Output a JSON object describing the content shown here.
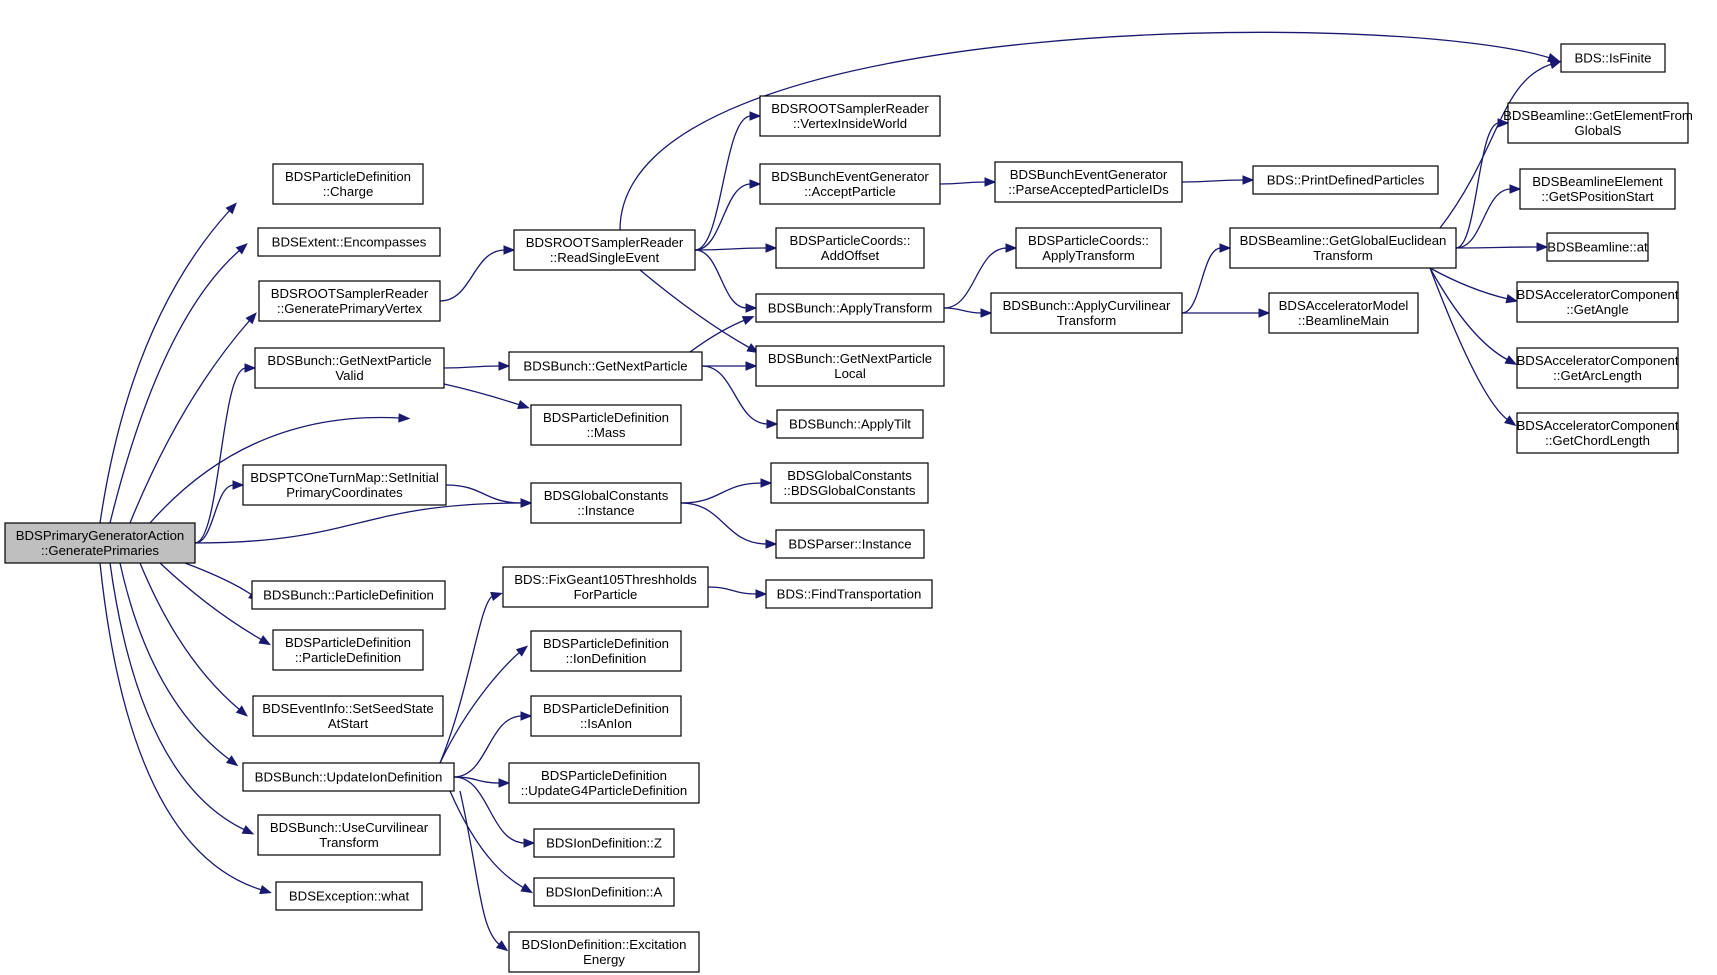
{
  "colors": {
    "edge": "#191970",
    "root_fill": "#bfbfbf",
    "node_fill": "#ffffff",
    "border": "#000000"
  },
  "nodes": {
    "n0": {
      "lines": [
        "BDSPrimaryGeneratorAction",
        "::GeneratePrimaries"
      ],
      "root": true
    },
    "n1": {
      "lines": [
        "BDSParticleDefinition",
        "::Charge"
      ]
    },
    "n2": {
      "lines": [
        "BDSExtent::Encompasses"
      ]
    },
    "n3": {
      "lines": [
        "BDSROOTSamplerReader",
        "::GeneratePrimaryVertex"
      ]
    },
    "n4": {
      "lines": [
        "BDSBunch::GetNextParticle",
        "Valid"
      ]
    },
    "n5": {
      "lines": [
        "BDSParticleDefinition",
        "::Mass"
      ]
    },
    "n6": {
      "lines": [
        "BDSPTCOneTurnMap::SetInitial",
        "PrimaryCoordinates"
      ]
    },
    "n7": {
      "lines": [
        "BDSGlobalConstants",
        "::Instance"
      ]
    },
    "n8": {
      "lines": [
        "BDSBunch::ParticleDefinition"
      ]
    },
    "n9": {
      "lines": [
        "BDSParticleDefinition",
        "::ParticleDefinition"
      ]
    },
    "n10": {
      "lines": [
        "BDSEventInfo::SetSeedState",
        "AtStart"
      ]
    },
    "n11": {
      "lines": [
        "BDSBunch::UpdateIonDefinition"
      ]
    },
    "n12": {
      "lines": [
        "BDSBunch::UseCurvilinear",
        "Transform"
      ]
    },
    "n13": {
      "lines": [
        "BDSException::what"
      ]
    },
    "n14": {
      "lines": [
        "BDSROOTSamplerReader",
        "::ReadSingleEvent"
      ]
    },
    "n15": {
      "lines": [
        "BDSBunch::GetNextParticle"
      ]
    },
    "n16": {
      "lines": [
        "BDS::IsFinite"
      ]
    },
    "n17": {
      "lines": [
        "BDSROOTSamplerReader",
        "::VertexInsideWorld"
      ]
    },
    "n18": {
      "lines": [
        "BDSBunchEventGenerator",
        "::AcceptParticle"
      ]
    },
    "n19": {
      "lines": [
        "BDSParticleCoords::",
        "AddOffset"
      ]
    },
    "n20": {
      "lines": [
        "BDSBunch::ApplyTransform"
      ]
    },
    "n21": {
      "lines": [
        "BDSBunch::GetNextParticle",
        "Local"
      ]
    },
    "n22": {
      "lines": [
        "BDSBunch::ApplyTilt"
      ]
    },
    "n23": {
      "lines": [
        "BDSGlobalConstants",
        "::BDSGlobalConstants"
      ]
    },
    "n24": {
      "lines": [
        "BDSParser::Instance"
      ]
    },
    "n25": {
      "lines": [
        "BDS::FixGeant105Threshholds",
        "ForParticle"
      ]
    },
    "n26": {
      "lines": [
        "BDSParticleDefinition",
        "::IonDefinition"
      ]
    },
    "n27": {
      "lines": [
        "BDSParticleDefinition",
        "::IsAnIon"
      ]
    },
    "n28": {
      "lines": [
        "BDSParticleDefinition",
        "::UpdateG4ParticleDefinition"
      ]
    },
    "n29": {
      "lines": [
        "BDSIonDefinition::Z"
      ]
    },
    "n30": {
      "lines": [
        "BDSIonDefinition::A"
      ]
    },
    "n31": {
      "lines": [
        "BDSIonDefinition::Excitation",
        "Energy"
      ]
    },
    "n32": {
      "lines": [
        "BDSBunchEventGenerator",
        "::ParseAcceptedParticleIDs"
      ]
    },
    "n33": {
      "lines": [
        "BDSParticleCoords::",
        "ApplyTransform"
      ]
    },
    "n34": {
      "lines": [
        "BDSBunch::ApplyCurvilinear",
        "Transform"
      ]
    },
    "n35": {
      "lines": [
        "BDS::FindTransportation"
      ]
    },
    "n36": {
      "lines": [
        "BDS::PrintDefinedParticles"
      ]
    },
    "n37": {
      "lines": [
        "BDSBeamline::GetGlobalEuclidean",
        "Transform"
      ]
    },
    "n38": {
      "lines": [
        "BDSAcceleratorModel",
        "::BeamlineMain"
      ]
    },
    "n39": {
      "lines": [
        "BDSBeamline::GetElementFrom",
        "GlobalS"
      ]
    },
    "n40": {
      "lines": [
        "BDSBeamlineElement",
        "::GetSPositionStart"
      ]
    },
    "n41": {
      "lines": [
        "BDSBeamline::at"
      ]
    },
    "n42": {
      "lines": [
        "BDSAcceleratorComponent",
        "::GetAngle"
      ]
    },
    "n43": {
      "lines": [
        "BDSAcceleratorComponent",
        "::GetArcLength"
      ]
    },
    "n44": {
      "lines": [
        "BDSAcceleratorComponent",
        "::GetChordLength"
      ]
    }
  },
  "edges": [
    [
      "n0",
      "n1"
    ],
    [
      "n0",
      "n2"
    ],
    [
      "n0",
      "n3"
    ],
    [
      "n0",
      "n4"
    ],
    [
      "n0",
      "n5"
    ],
    [
      "n0",
      "n6"
    ],
    [
      "n0",
      "n7"
    ],
    [
      "n0",
      "n8"
    ],
    [
      "n0",
      "n9"
    ],
    [
      "n0",
      "n10"
    ],
    [
      "n0",
      "n11"
    ],
    [
      "n0",
      "n12"
    ],
    [
      "n0",
      "n13"
    ],
    [
      "n3",
      "n14"
    ],
    [
      "n14",
      "n16"
    ],
    [
      "n14",
      "n17"
    ],
    [
      "n14",
      "n18"
    ],
    [
      "n14",
      "n19"
    ],
    [
      "n14",
      "n20"
    ],
    [
      "n14",
      "n21"
    ],
    [
      "n18",
      "n32"
    ],
    [
      "n32",
      "n36"
    ],
    [
      "n4",
      "n15"
    ],
    [
      "n4",
      "n5"
    ],
    [
      "n15",
      "n20"
    ],
    [
      "n15",
      "n21"
    ],
    [
      "n15",
      "n22"
    ],
    [
      "n20",
      "n33"
    ],
    [
      "n20",
      "n34"
    ],
    [
      "n34",
      "n37"
    ],
    [
      "n34",
      "n38"
    ],
    [
      "n37",
      "n16"
    ],
    [
      "n37",
      "n39"
    ],
    [
      "n37",
      "n40"
    ],
    [
      "n37",
      "n41"
    ],
    [
      "n37",
      "n42"
    ],
    [
      "n37",
      "n43"
    ],
    [
      "n37",
      "n44"
    ],
    [
      "n6",
      "n7"
    ],
    [
      "n7",
      "n23"
    ],
    [
      "n7",
      "n24"
    ],
    [
      "n11",
      "n25"
    ],
    [
      "n11",
      "n26"
    ],
    [
      "n11",
      "n27"
    ],
    [
      "n11",
      "n28"
    ],
    [
      "n11",
      "n29"
    ],
    [
      "n11",
      "n30"
    ],
    [
      "n11",
      "n31"
    ],
    [
      "n25",
      "n35"
    ]
  ]
}
